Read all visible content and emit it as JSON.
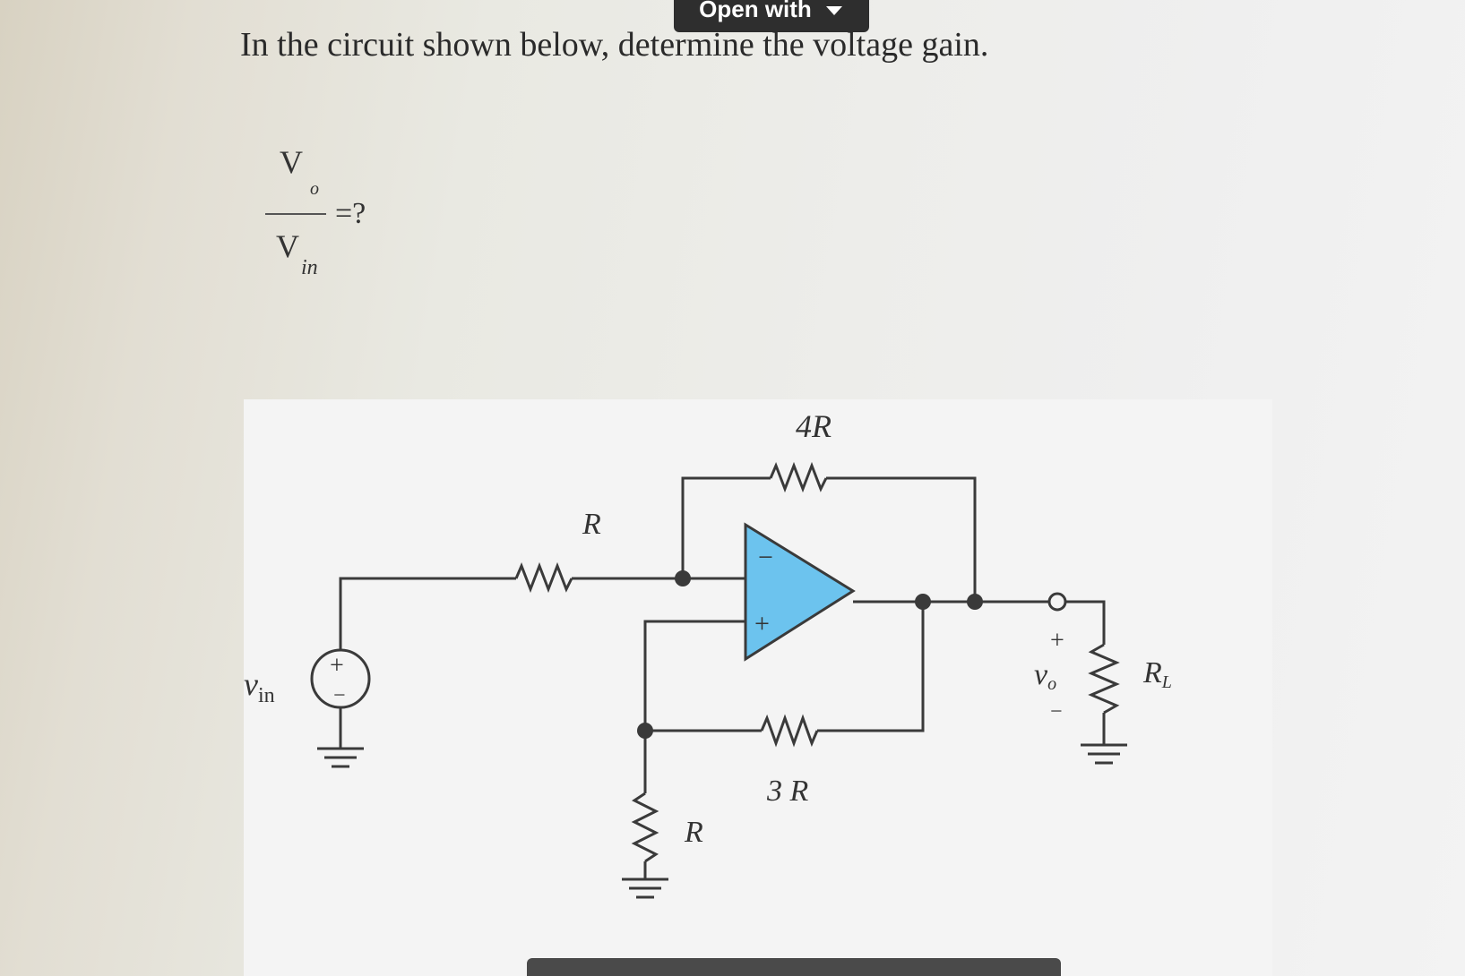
{
  "toolbar": {
    "open_with_label": "Open with",
    "dropdown_icon": "chevron-down-icon"
  },
  "question": {
    "text": "In the circuit shown below, determine the voltage gain."
  },
  "formula": {
    "numerator": "V",
    "numerator_sub": "o",
    "equals": "=?",
    "denominator": "V",
    "denominator_sub": "in"
  },
  "circuit": {
    "r_feedback_label": "4R",
    "r_input_label": "R",
    "r_ground_label": "R",
    "r_divider_label": "3 R",
    "load_label": "R",
    "load_label_sub": "L",
    "source_label": "v",
    "source_label_sub": "in",
    "source_plus": "+",
    "source_minus": "−",
    "output_label": "v",
    "output_label_sub": "o",
    "output_plus": "+",
    "output_minus": "−",
    "opamp_inverting": "−",
    "opamp_noninverting": "+",
    "opamp_color": "#6cc3ee"
  }
}
